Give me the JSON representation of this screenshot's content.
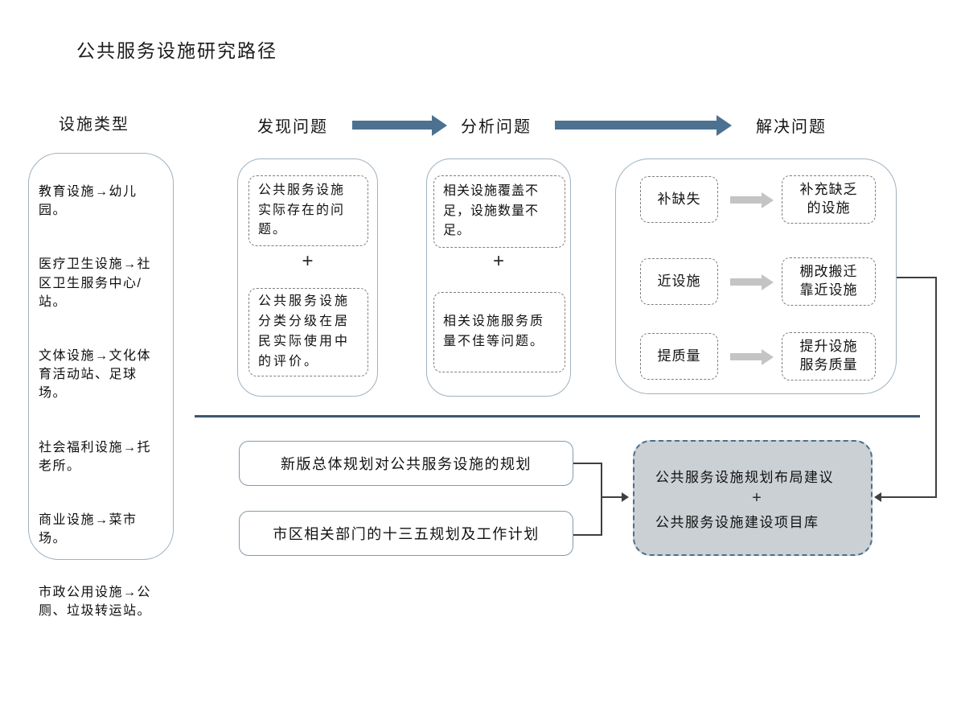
{
  "title": "公共服务设施研究路径",
  "facility_panel": {
    "header": "设施类型",
    "items": [
      "教育设施→幼儿园。",
      "医疗卫生设施→社区卫生服务中心/站。",
      "文体设施→文化体育活动站、足球场。",
      "社会福利设施→托老所。",
      "商业设施→菜市场。",
      "市政公用设施→公厕、垃圾转运站。"
    ]
  },
  "flow": {
    "stage_find": "发现问题",
    "stage_analyze": "分析问题",
    "stage_solve": "解决问题",
    "find": {
      "item1": "公共服务设施实际存在的问题。",
      "plus": "+",
      "item2": "公共服务设施分类分级在居民实际使用中的评价。"
    },
    "analyze": {
      "item1": "相关设施覆盖不足，设施数量不足。",
      "plus": "+",
      "item2": "相关设施服务质量不佳等问题。"
    },
    "solve": {
      "rows": [
        {
          "label": "补缺失",
          "result": "补充缺乏\n的设施"
        },
        {
          "label": "近设施",
          "result": "棚改搬迁\n靠近设施"
        },
        {
          "label": "提质量",
          "result": "提升设施\n服务质量"
        }
      ]
    }
  },
  "bottom": {
    "source1": "新版总体规划对公共服务设施的规划",
    "source2": "市区相关部门的十三五规划及工作计划",
    "output": {
      "line1": "公共服务设施规划布局建议",
      "plus": "+",
      "line2": "公共服务设施建设项目库"
    }
  },
  "colors": {
    "accent_arrow": "#4d7190",
    "divider": "#3d566f",
    "solid_border": "#9fb2c0",
    "dashed_border": "#7f7f7f",
    "output_fill": "#cbd0d4",
    "output_border": "#4a708e",
    "gray_arrow": "#c4c4c4"
  }
}
